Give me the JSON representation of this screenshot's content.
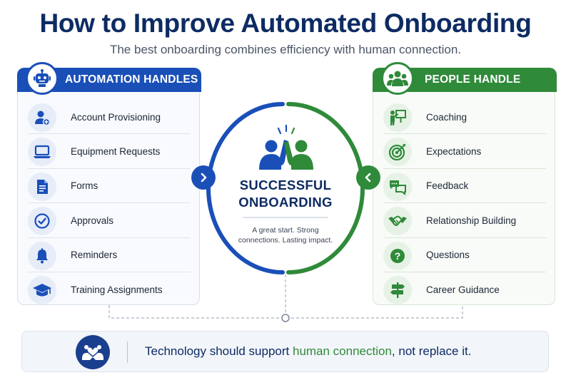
{
  "title": "How to Improve Automated Onboarding",
  "subtitle": "The best onboarding combines efficiency with human connection.",
  "automation": {
    "header": "AUTOMATION HANDLES",
    "items": [
      {
        "label": "Account Provisioning",
        "icon": "user-add-icon"
      },
      {
        "label": "Equipment Requests",
        "icon": "laptop-icon"
      },
      {
        "label": "Forms",
        "icon": "document-icon"
      },
      {
        "label": "Approvals",
        "icon": "checkmark-icon"
      },
      {
        "label": "Reminders",
        "icon": "bell-icon"
      },
      {
        "label": "Training Assignments",
        "icon": "graduation-cap-icon"
      }
    ]
  },
  "people": {
    "header": "PEOPLE HANDLE",
    "items": [
      {
        "label": "Coaching",
        "icon": "presentation-icon"
      },
      {
        "label": "Expectations",
        "icon": "target-icon"
      },
      {
        "label": "Feedback",
        "icon": "chat-bubbles-icon"
      },
      {
        "label": "Relationship Building",
        "icon": "handshake-icon"
      },
      {
        "label": "Questions",
        "icon": "question-icon"
      },
      {
        "label": "Career Guidance",
        "icon": "signpost-icon"
      }
    ]
  },
  "center": {
    "title_line1": "SUCCESSFUL",
    "title_line2": "ONBOARDING",
    "sub_line1": "A great start. Strong",
    "sub_line2": "connections. Lasting impact."
  },
  "bottom": {
    "text_before": "Technology should support ",
    "text_accent": "human connection",
    "text_after": ", not replace it."
  },
  "colors": {
    "blue": "#1a4fb8",
    "green": "#2f8a3a",
    "navy": "#0d2b63"
  }
}
